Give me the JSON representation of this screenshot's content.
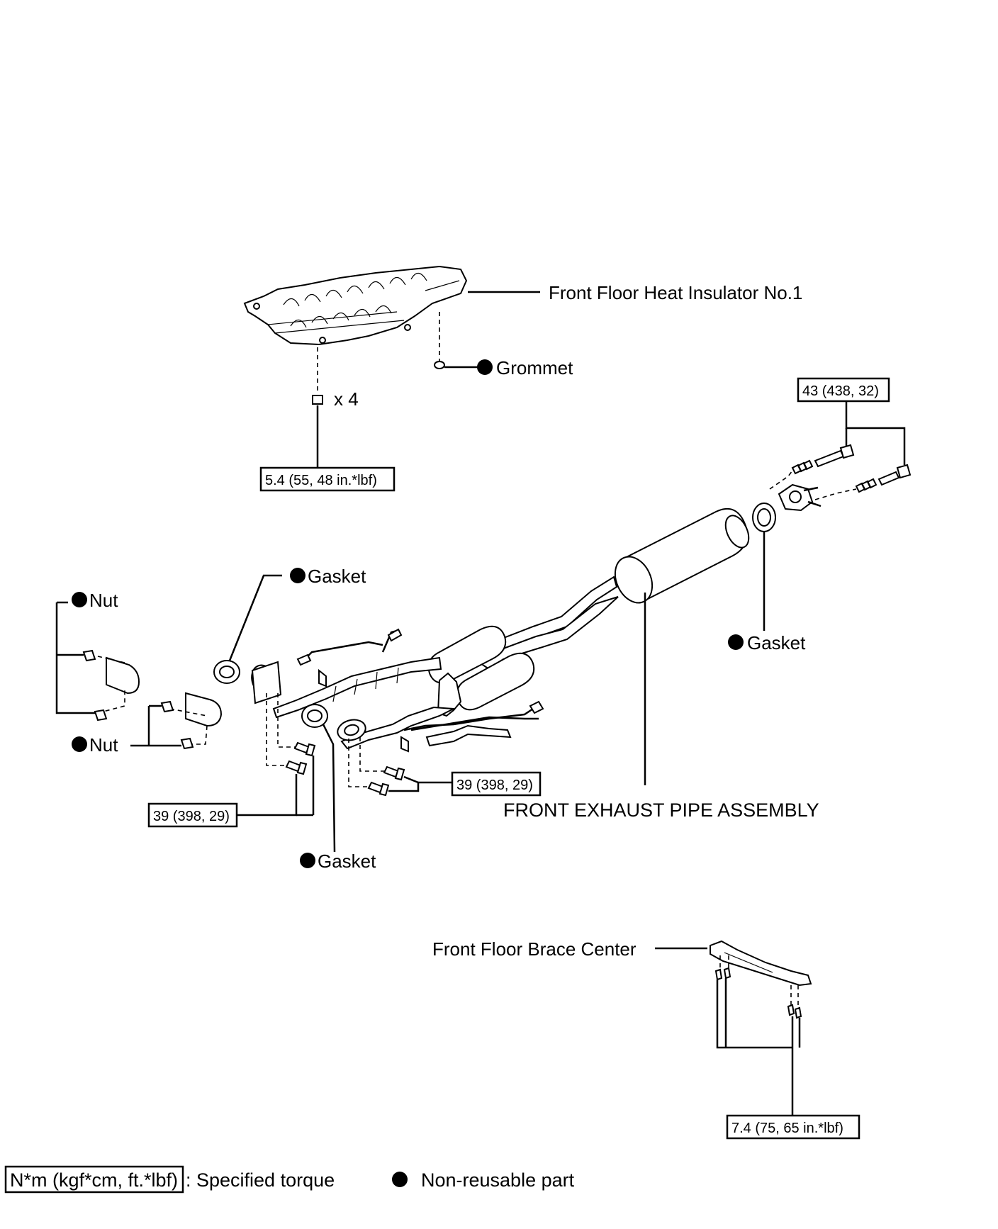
{
  "labels": {
    "insulator": "Front Floor Heat Insulator No.1",
    "grommet": "Grommet",
    "x4": "x 4",
    "gasket_top": "Gasket",
    "gasket_right": "Gasket",
    "gasket_bottom": "Gasket",
    "nut_top": "Nut",
    "nut_bottom": "Nut",
    "assembly": "FRONT EXHAUST PIPE ASSEMBLY",
    "brace": "Front Floor Brace Center"
  },
  "torques": {
    "insulator": "5.4 (55, 48 in.*lbf)",
    "tail_flange": "43 (438, 32)",
    "left_flange": "39 (398, 29)",
    "right_flange": "39 (398, 29)",
    "brace": "7.4 (75, 65 in.*lbf)"
  },
  "legend": {
    "torque_box": "N*m (kgf*cm, ft.*lbf)",
    "torque_desc": ": Specified torque",
    "nonreusable_desc": "Non-reusable part"
  }
}
